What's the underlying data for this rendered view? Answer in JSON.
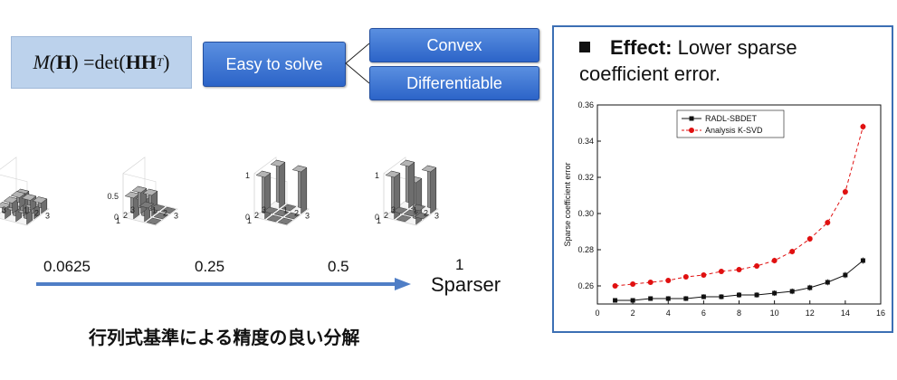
{
  "formula": {
    "lhs": "M(",
    "H": "H",
    "mid": ") =det(",
    "HH": "HH",
    "sup": "T",
    "end": ")"
  },
  "flow": {
    "easy": "Easy to solve",
    "convex": "Convex",
    "differentiable": "Differentiable"
  },
  "sparsity_values": [
    "0.0625",
    "0.25",
    "0.5",
    "1"
  ],
  "arrow_label": "Sparser",
  "caption": "行列式基準による精度の良い分解",
  "effect": {
    "label": "Effect:",
    "text": "Lower sparse coefficient error."
  },
  "bar3d_axis": {
    "z_ticks": [
      "0.5",
      "0"
    ],
    "x_ticks": [
      "1",
      "2",
      "3"
    ],
    "y_ticks": [
      "1",
      "2",
      "3"
    ]
  },
  "bar3d_heights": [
    [
      [
        0.25,
        0.25,
        0.25
      ],
      [
        0.25,
        0.5,
        0.25
      ],
      [
        0.25,
        0.25,
        0.25
      ]
    ],
    [
      [
        0,
        0.5,
        0.5
      ],
      [
        0,
        0.5,
        0.5
      ],
      [
        0,
        0,
        0
      ]
    ],
    [
      [
        1,
        0,
        1
      ],
      [
        0,
        0,
        0
      ],
      [
        1,
        0,
        0
      ]
    ],
    [
      [
        1,
        0,
        1
      ],
      [
        0,
        0,
        0
      ],
      [
        1,
        0,
        1
      ]
    ]
  ],
  "chart_data": {
    "type": "line",
    "title": "",
    "xlabel": "",
    "ylabel": "Sparse coefficient error",
    "xlim": [
      0,
      16
    ],
    "ylim": [
      0.25,
      0.36
    ],
    "x_ticks": [
      0,
      2,
      4,
      6,
      8,
      10,
      12,
      14,
      16
    ],
    "y_ticks": [
      0.26,
      0.28,
      0.3,
      0.32,
      0.34,
      0.36
    ],
    "legend_position": "top-left",
    "series": [
      {
        "name": "RADL-SBDET",
        "color": "#111111",
        "marker": "square",
        "dashed": false,
        "x": [
          1,
          2,
          3,
          4,
          5,
          6,
          7,
          8,
          9,
          10,
          11,
          12,
          13,
          14,
          15
        ],
        "y": [
          0.252,
          0.252,
          0.253,
          0.253,
          0.253,
          0.254,
          0.254,
          0.255,
          0.255,
          0.256,
          0.257,
          0.259,
          0.262,
          0.266,
          0.274
        ]
      },
      {
        "name": "Analysis K-SVD",
        "color": "#e01010",
        "marker": "circle",
        "dashed": true,
        "x": [
          1,
          2,
          3,
          4,
          5,
          6,
          7,
          8,
          9,
          10,
          11,
          12,
          13,
          14,
          15
        ],
        "y": [
          0.26,
          0.261,
          0.262,
          0.263,
          0.265,
          0.266,
          0.268,
          0.269,
          0.271,
          0.274,
          0.279,
          0.286,
          0.295,
          0.312,
          0.348
        ]
      }
    ]
  }
}
